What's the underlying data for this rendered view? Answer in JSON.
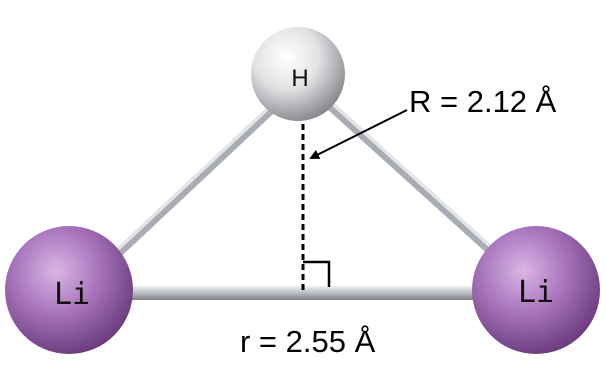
{
  "atoms": {
    "hydrogen": {
      "label": "H",
      "color": "#e6e6e6"
    },
    "lithium_left": {
      "label": "Li",
      "color": "#a872b8"
    },
    "lithium_right": {
      "label": "Li",
      "color": "#a872b8"
    }
  },
  "bond_color": "#b8bcc2",
  "annotations": {
    "height": "R = 2.12 Å",
    "base": "r = 2.55 Å"
  }
}
